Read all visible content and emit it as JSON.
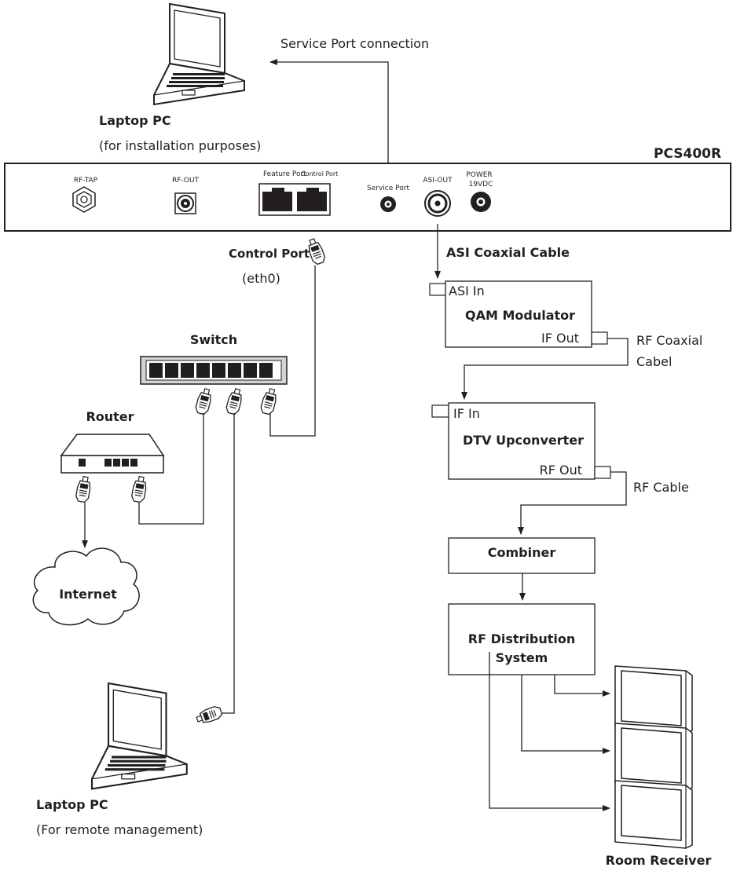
{
  "device": {
    "model": "PCS400R",
    "ports": {
      "rf_tap": "RF-TAP",
      "rf_out": "RF-OUT",
      "feature_port": "Feature Port",
      "control_port": "Control Port",
      "service_port": "Service Port",
      "asi_out": "ASI-OUT",
      "power": "POWER",
      "power_spec": "19VDC"
    }
  },
  "laptop_top": {
    "title": "Laptop PC",
    "subtitle": "(for installation purposes)",
    "connection": "Service Port connection"
  },
  "control": {
    "label": "Control Port",
    "sub": "(eth0)"
  },
  "switch": "Switch",
  "router": "Router",
  "internet": "Internet",
  "laptop_bottom": {
    "title": "Laptop PC",
    "subtitle": "(For remote management)"
  },
  "asi_cable": "ASI Coaxial Cable",
  "qam": {
    "input": "ASI In",
    "title": "QAM Modulator",
    "output": "IF Out"
  },
  "rf_coax": {
    "line1": "RF Coaxial",
    "line2": "Cabel"
  },
  "upconverter": {
    "input": "IF In",
    "title": "DTV Upconverter",
    "output": "RF Out"
  },
  "rf_cable": "RF Cable",
  "combiner": "Combiner",
  "distribution": {
    "line1": "RF Distribution",
    "line2": "System"
  },
  "receiver": "Room Receiver"
}
